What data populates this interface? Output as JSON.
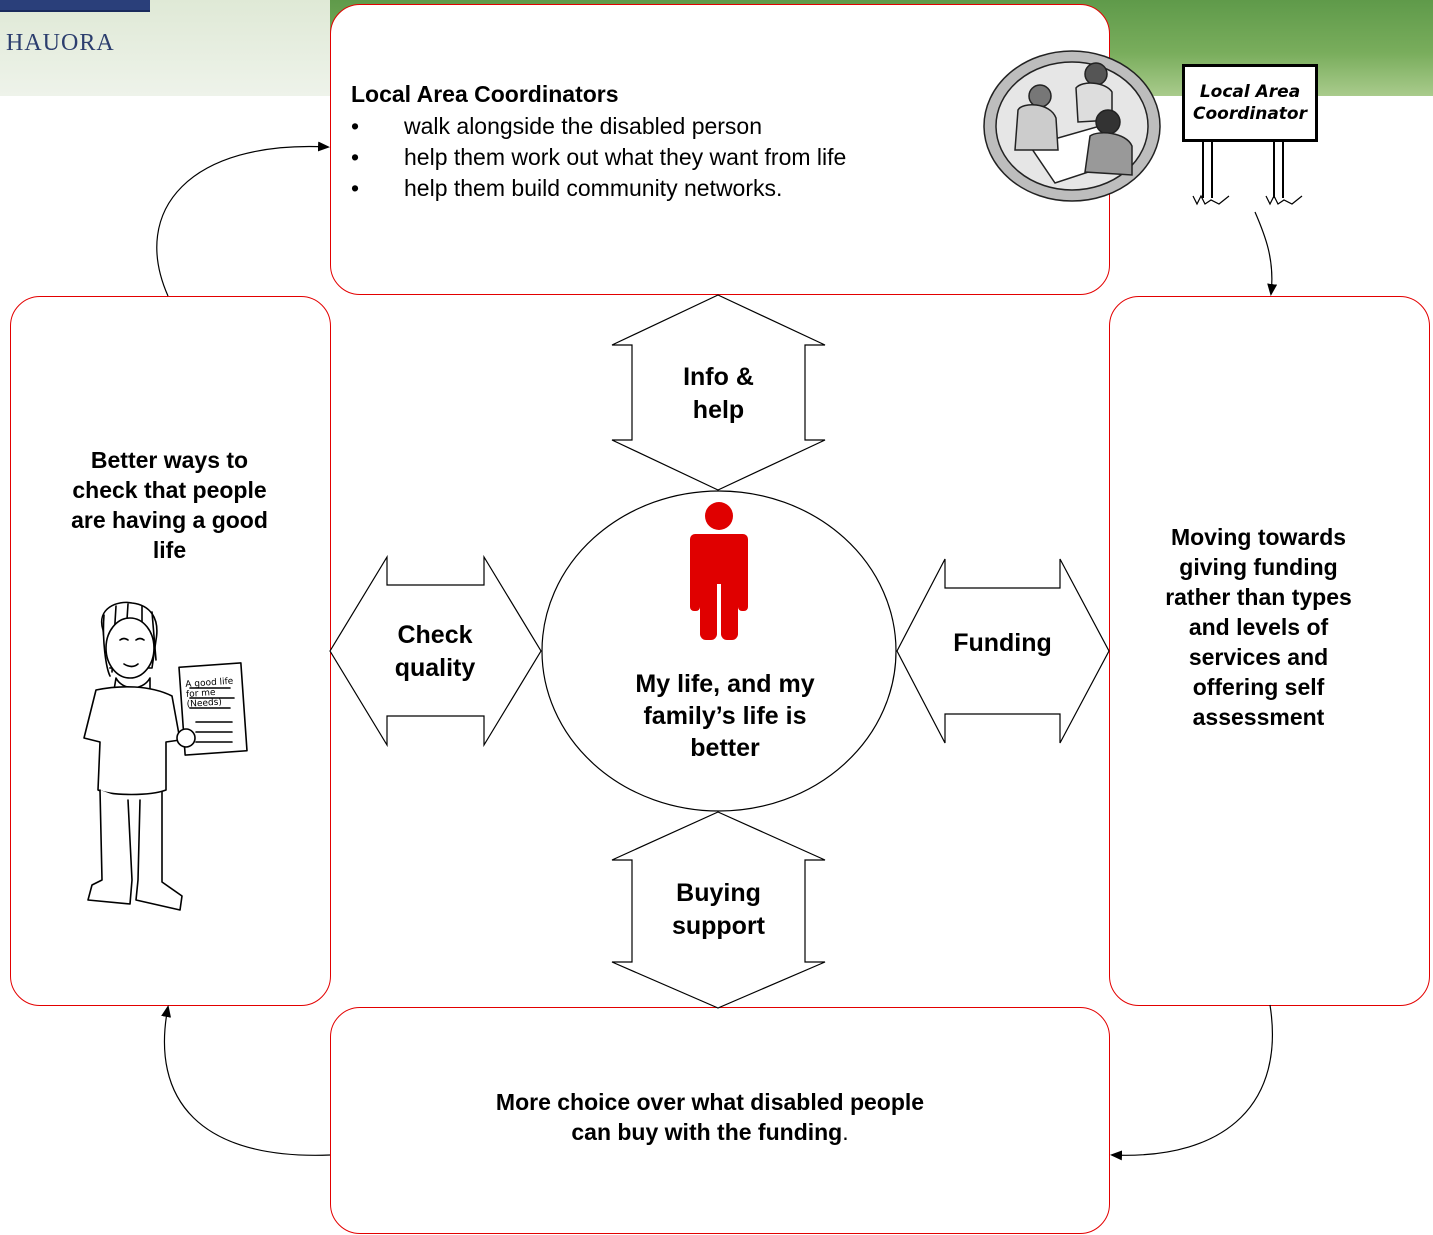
{
  "header": {
    "logo_text": "HAUORA"
  },
  "top_box": {
    "title": "Local Area Coordinators",
    "items": [
      {
        "bullet": "•",
        "text": "walk alongside the disabled person"
      },
      {
        "bullet": "•",
        "text": "help them work out what they want from life"
      },
      {
        "bullet": "•",
        "text": "help them build community networks."
      }
    ],
    "sign_line1": "Local Area",
    "sign_line2": "Coordinator"
  },
  "left_box": {
    "text_lines": [
      "Better ways to",
      "check that people",
      "are having a good",
      "life"
    ],
    "paper_lines": [
      "A good life",
      "for me",
      "(Needs)"
    ]
  },
  "right_box": {
    "text_lines": [
      "Moving towards",
      "giving funding",
      "rather than types",
      "and levels of",
      "services and",
      "offering self",
      "assessment"
    ]
  },
  "bottom_box": {
    "line1": "More choice over what disabled people",
    "line2": "can buy with the funding",
    "line2_end": "."
  },
  "center": {
    "text_lines": [
      "My life, and my",
      "family’s life is",
      "better"
    ],
    "person_color": "#e00000"
  },
  "arrows": {
    "top": [
      "Info &",
      "help"
    ],
    "left": [
      "Check",
      "quality"
    ],
    "right": [
      "Funding"
    ],
    "bottom": [
      "Buying",
      "support"
    ]
  },
  "colors": {
    "box_border": "#e30000",
    "banner": "#6fa354",
    "logo": "#2c3e6e"
  }
}
